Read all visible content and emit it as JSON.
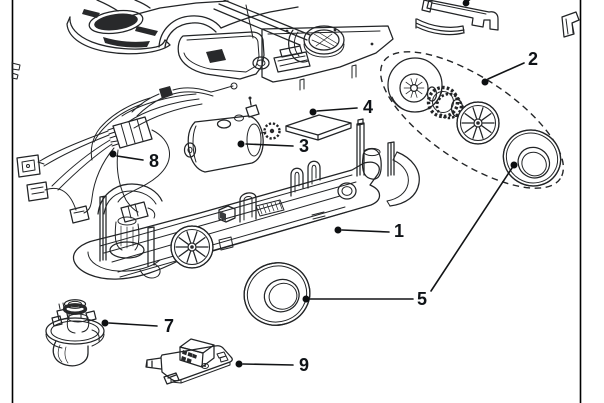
{
  "diagram": {
    "background_color": "#ffffff",
    "ink_color": "#222426",
    "label_color": "#0f1317",
    "border_color": "#000000",
    "callouts": {
      "c1": {
        "label": "1"
      },
      "c2": {
        "label": "2"
      },
      "c3": {
        "label": "3"
      },
      "c4": {
        "label": "4"
      },
      "c5": {
        "label": "5"
      },
      "c7": {
        "label": "7"
      },
      "c8": {
        "label": "8"
      },
      "c9": {
        "label": "9"
      }
    }
  }
}
